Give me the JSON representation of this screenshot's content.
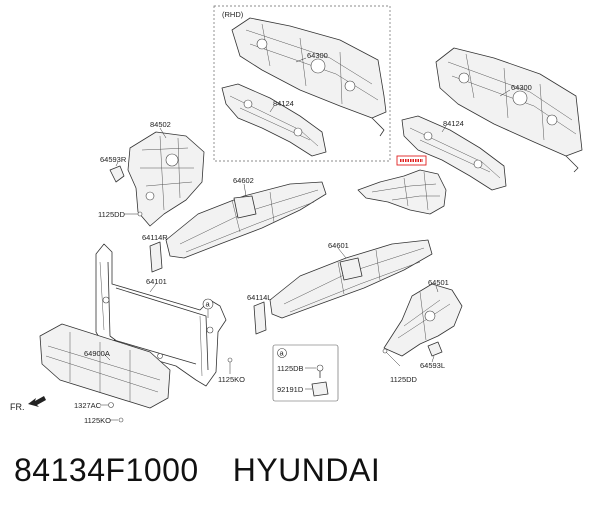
{
  "diagram": {
    "rhd_label": "(RHD)",
    "labels": {
      "p64300_rhd": "64300",
      "p84124_rhd": "84124",
      "p64300": "64300",
      "p84124": "84124",
      "p84502": "84502",
      "p64593r": "64593R",
      "p1125dd_left": "1125DD",
      "p64602": "64602",
      "p64114r": "64114R",
      "p64101": "64101",
      "p64601": "64601",
      "p64501": "64501",
      "p64114l": "64114L",
      "p64593l": "64593L",
      "p1125dd_right": "1125DD",
      "p64900a": "64900A",
      "p1125ko_mid": "1125KO",
      "p1327ac": "1327AC",
      "p1125ko_bottom": "1125KO",
      "callout_a": "a",
      "inset_a": "a",
      "inset_1125db": "1125DB",
      "inset_92191d": "92191D",
      "front": "FR."
    },
    "highlight_part": "84134F1000 ref",
    "highlight_color": "#e02020"
  },
  "caption": {
    "part_number": "84134F1000",
    "brand": "HYUNDAI"
  }
}
